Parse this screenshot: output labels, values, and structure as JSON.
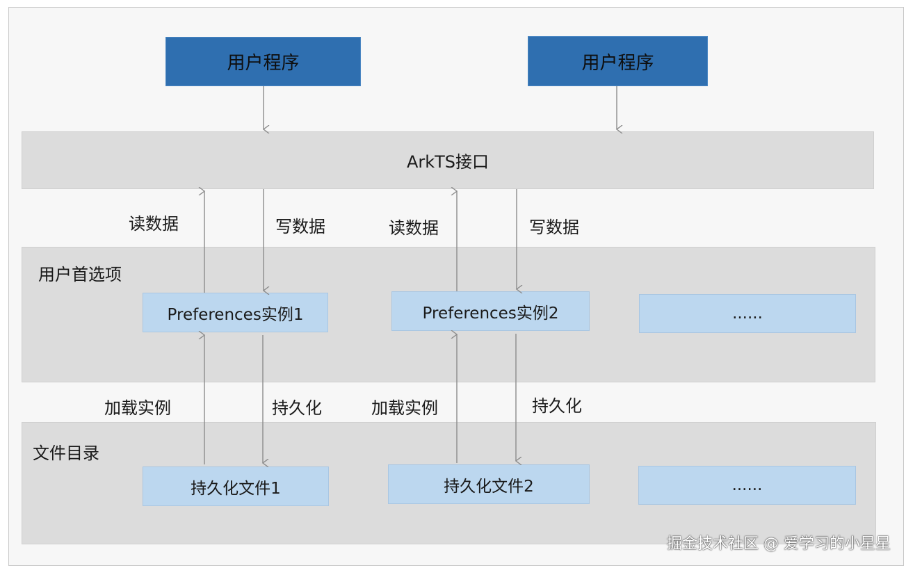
{
  "user_apps": [
    "用户程序",
    "用户程序"
  ],
  "api_layer": "ArkTS接口",
  "preferences_section": {
    "title": "用户首选项",
    "instances": [
      "Preferences实例1",
      "Preferences实例2",
      "......"
    ]
  },
  "files_section": {
    "title": "文件目录",
    "files": [
      "持久化文件1",
      "持久化文件2",
      "......"
    ]
  },
  "edge_labels": {
    "read_data": "读数据",
    "write_data": "写数据",
    "load_instance": "加载实例",
    "persist": "持久化"
  },
  "watermark": "掘金技术社区 @ 爱学习的小星星"
}
